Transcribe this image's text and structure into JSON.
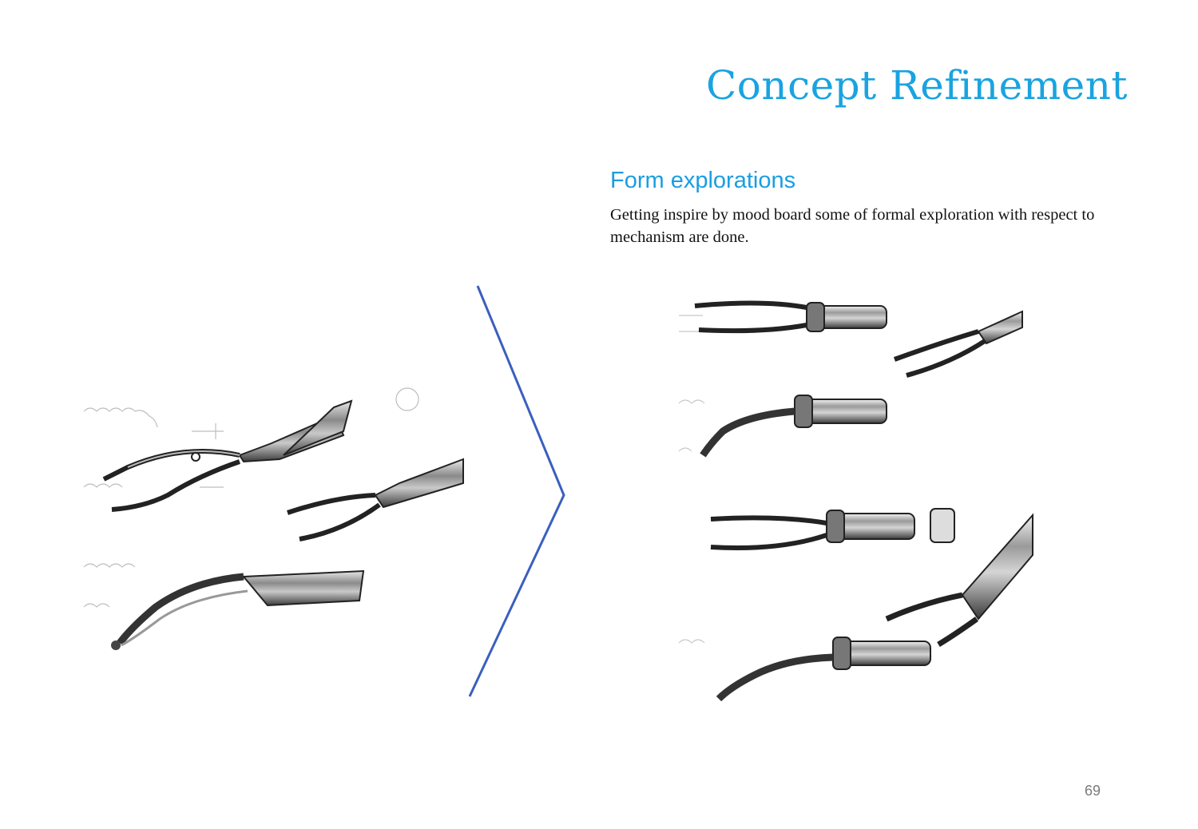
{
  "page": {
    "title": "Concept Refinement",
    "section_heading": "Form explorations",
    "description": "Getting inspire by mood board some of formal exploration with respect to mechanism are done.",
    "page_number": "69"
  },
  "colors": {
    "heading": "#1aa3e0",
    "chevron": "#3a5fbf",
    "text": "#111111",
    "page_number": "#7a7a7a"
  },
  "figures": {
    "left_sketch_icon": "forceps-sketch-icon",
    "right_sketch_icon": "forceps-sketch-icon",
    "divider_icon": "chevron-right-icon"
  }
}
